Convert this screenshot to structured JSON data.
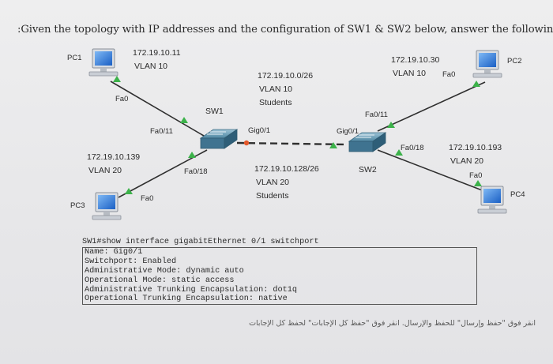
{
  "question": ":Given the topology with IP addresses and the configuration of SW1 & SW2 below, answer the following",
  "labels": {
    "pc1": "PC1",
    "pc1_ip": "172.19.10.11",
    "pc1_vlan": "VLAN 10",
    "pc1_fa": "Fa0",
    "pc2": "PC2",
    "pc2_ip": "172.19.10.30",
    "pc2_vlan": "VLAN 10",
    "pc2_fa": "Fa0",
    "pc3": "PC3",
    "pc3_ip": "172.19.10.139",
    "pc3_vlan": "VLAN 20",
    "pc3_fa": "Fa0",
    "pc4": "PC4",
    "pc4_ip": "172.19.10.193",
    "pc4_vlan": "VLAN 20",
    "pc4_fa": "Fa0",
    "sw1": "SW1",
    "sw2": "SW2",
    "sw1_fa11": "Fa0/11",
    "sw1_fa18": "Fa0/18",
    "sw1_gig": "Gig0/1",
    "sw2_fa11": "Fa0/11",
    "sw2_fa18": "Fa0/18",
    "sw2_gig": "Gig0/1",
    "net_students10_ip": "172.19.10.0/26",
    "net_students10_vlan": "VLAN 10",
    "net_students10_name": "Students",
    "net_students20_ip": "172.19.10.128/26",
    "net_students20_vlan": "VLAN 20",
    "net_students20_name": "Students"
  },
  "console": {
    "lines": [
      "SW1#show interface gigabitEthernet 0/1 switchport",
      "Name: Gig0/1",
      "Switchport: Enabled",
      "Administrative Mode: dynamic auto",
      "Operational Mode: static access",
      "Administrative Trunking Encapsulation: dot1q",
      "Operational Trunking Encapsulation: native"
    ]
  },
  "footer": "انقر فوق \"حفظ وإرسال\" للحفظ والإرسال. انقر فوق \"حفظ كل الإجابات\" لحفظ كل الإجابات",
  "colors": {
    "link": "#2f2f2f",
    "port_dot": "#3cb24a",
    "port_dot_red": "#e4582a",
    "switch_body": "#4a7f98",
    "pc_screen": "#1e6fd6"
  }
}
